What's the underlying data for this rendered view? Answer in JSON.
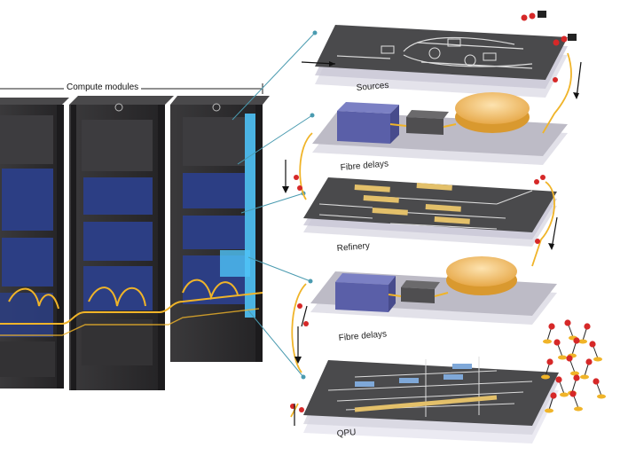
{
  "diagram": {
    "header_label": "Compute modules",
    "layers": [
      {
        "label": "Sources"
      },
      {
        "label": "Fibre delays"
      },
      {
        "label": "Refinery"
      },
      {
        "label": "Fibre delays"
      },
      {
        "label": "QPU"
      }
    ],
    "colors": {
      "rack_body": "#2b2a2c",
      "rack_frame": "#1c1b1d",
      "module_blue": "#2c3e84",
      "highlight_cyan": "#4fc3f7",
      "fibre_yellow": "#f0b429",
      "chip_dark": "#4a4a4c",
      "chip_shadow": "#b9b7c4",
      "delay_block": "#5a5fa8",
      "delay_disc": "#f2c36b",
      "marker_red": "#d62828",
      "callout_teal": "#4a9bb0"
    }
  }
}
